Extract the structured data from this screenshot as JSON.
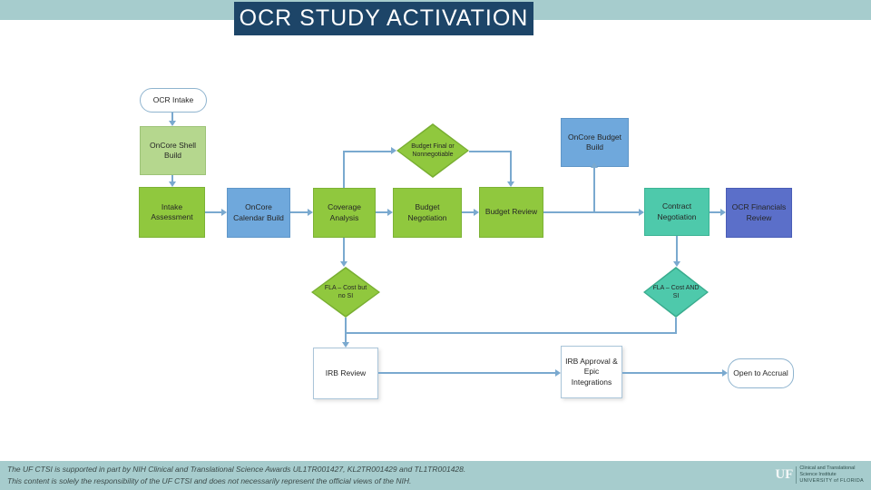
{
  "title": "OCR STUDY ACTIVATION",
  "flowchart": {
    "nodes": {
      "ocr_intake": {
        "label": "OCR Intake"
      },
      "oncore_shell_build": {
        "label": "OnCore Shell Build"
      },
      "budget_final": {
        "label": "Budget Final or Nonnegotiable"
      },
      "oncore_budget_build": {
        "label": "OnCore Budget Build"
      },
      "intake_assessment": {
        "label": "Intake Assessment"
      },
      "oncore_calendar_build": {
        "label": "OnCore Calendar Build"
      },
      "coverage_analysis": {
        "label": "Coverage Analysis"
      },
      "budget_negotiation": {
        "label": "Budget Negotiation"
      },
      "budget_review": {
        "label": "Budget Review"
      },
      "contract_negotiation": {
        "label": "Contract Negotiation"
      },
      "ocr_financials_review": {
        "label": "OCR Financials Review"
      },
      "fla_cost_no_si": {
        "label": "FLA – Cost but no SI"
      },
      "fla_cost_and_si": {
        "label": "FLA – Cost AND SI"
      },
      "irb_review": {
        "label": "IRB Review"
      },
      "irb_approval_epic": {
        "label": "IRB Approval & Epic Integrations"
      },
      "open_to_accrual": {
        "label": "Open to Accrual"
      }
    }
  },
  "footer": {
    "line1": "The UF CTSI is supported in part by NIH Clinical and Translational Science Awards UL1TR001427, KL2TR001429 and TL1TR001428.",
    "line2": "This content is solely the responsibility of the UF CTSI and does not necessarily represent the official views of the NIH.",
    "logo": {
      "uf": "UF",
      "line1": "Clinical and Translational",
      "line2": "Science Institute",
      "line3": "UNIVERSITY of FLORIDA"
    }
  },
  "colors": {
    "strip_teal": "#a6cccd",
    "banner_navy": "#1d4568",
    "process_green": "#90c83e",
    "process_light_green": "#b5d78e",
    "process_blue": "#6fa8dc",
    "process_teal": "#4ec9ab",
    "process_indigo": "#5b6fc9",
    "connector_blue": "#7aa9cf"
  }
}
